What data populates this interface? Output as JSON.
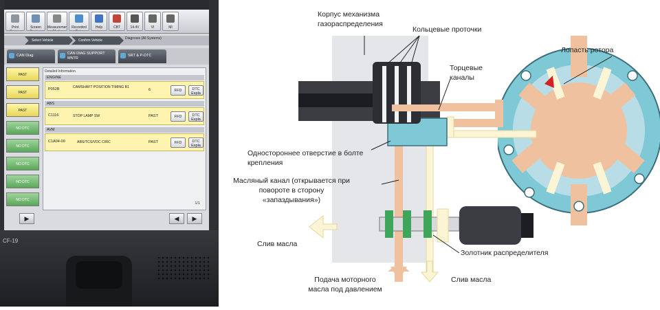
{
  "photo": {
    "toolbar": [
      {
        "label": "Print Screen",
        "icon": "printer-icon"
      },
      {
        "label": "Screen Capture",
        "icon": "camera-icon"
      },
      {
        "label": "Measurement Mode",
        "icon": "meter-icon"
      },
      {
        "label": "Recorded Data",
        "icon": "record-icon"
      },
      {
        "label": "Help",
        "icon": "help-icon"
      },
      {
        "label": "CBT",
        "icon": "cbt-icon"
      },
      {
        "label": "14.4V",
        "icon": "battery-icon"
      },
      {
        "label": "VI",
        "icon": "vi-icon"
      },
      {
        "label": "MI",
        "icon": "mi-icon"
      }
    ],
    "breadcrumb": {
      "step1": "Select Vehicle",
      "step2": "Confirm Vehicle",
      "step3": "Diagnosis (All Systems)"
    },
    "tabs": [
      "CAN Diag",
      "CAN DIAG SUPPORT MNTR",
      "SRT & P-DTC"
    ],
    "left_statuses": [
      "PAST",
      "PAST",
      "PAST",
      "NO DTC",
      "NO DTC",
      "NO DTC",
      "NO DTC",
      "NO DTC"
    ],
    "detail_header": "Detailed Information",
    "sections": [
      {
        "name": "ENGINE",
        "code": "P052B",
        "desc": "CAMSHAFT POSITION TIMING B1",
        "status": "6",
        "btn1": "FFD",
        "btn2": "DTC Expla"
      },
      {
        "name": "ABS",
        "code": "C1116",
        "desc": "STOP LAMP SW",
        "status": "PAST",
        "btn1": "FFD",
        "btn2": "DTC Expla"
      },
      {
        "name": "AVM",
        "code": "C1A04-00",
        "desc": "ABS/TCS/VDC CIRC",
        "status": "PAST",
        "btn1": "FFD",
        "btn2": "DTC Expla"
      }
    ],
    "pagination": "1/1",
    "model": "CF-19"
  },
  "diagram": {
    "labels": {
      "housing": "Корпус механизма газораспределения",
      "ring_grooves": "Кольцевые проточки",
      "face_channels": "Торцевые каналы",
      "rotor_vane": "Лопасть ротора",
      "oneway_hole": "Одностороннее отверстие в болте крепления",
      "oil_channel": "Масляный канал (открывается при повороте в сторону «запаздывания»)",
      "drain_left": "Слив масла",
      "spool_valve": "Золотник распределителя",
      "oil_supply": "Подача моторного масла под давлением",
      "drain_right": "Слив масла"
    },
    "colors": {
      "oil_pressure": "#f0c19e",
      "oil_drain": "#fbf5d6",
      "housing": "#e4e6ea",
      "rotor_bg": "#7fc8d6",
      "bolt": "#3b3d42"
    }
  }
}
